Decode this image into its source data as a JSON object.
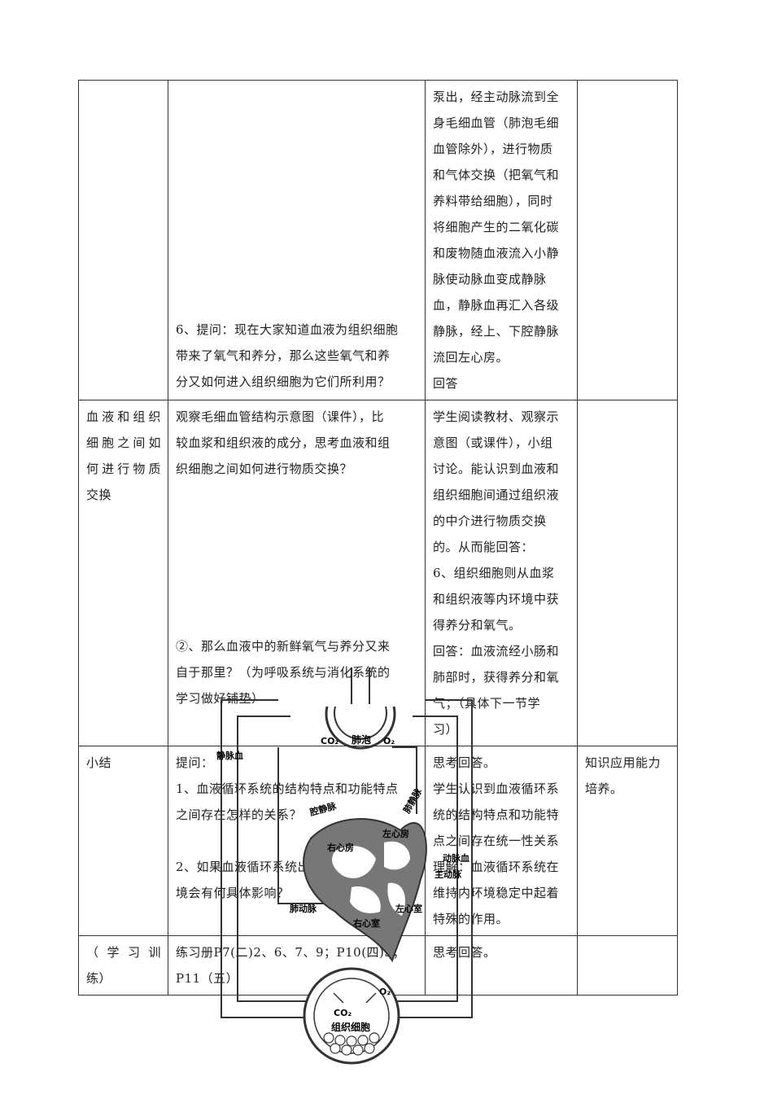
{
  "rows": [
    {
      "topic": "",
      "teacher": {
        "q6": [
          "6、提问：现在大家知道血液为组织细胞",
          "带来了氧气和养分，那么这些氧气和养",
          "分又如何进入组织细胞为它们所利用？"
        ]
      },
      "student": {
        "lines": [
          "泵出，经主动脉流到全",
          "身毛细血管（肺泡毛细",
          "血管除外），进行物质",
          "和气体交换（把氧气和",
          "养料带给细胞），同时",
          "将细胞产生的二氧化碳",
          "和废物随血液流入小静",
          "脉使动脉血变成静脉",
          "血，静脉血再汇入各级",
          "静脉，经上、下腔静脉",
          "流回左心房。",
          "回答"
        ]
      },
      "note": ""
    },
    {
      "topic": [
        "血液和组织",
        "细胞之间如",
        "何进行物质",
        "交换"
      ],
      "teacher": {
        "observe": [
          "观察毛细血管结构示意图（课件），比",
          "较血浆和组织液的成分，思考血液和组",
          "织细胞之间如何进行物质交换？"
        ],
        "q2": [
          "②、那么血液中的新鲜氧气与养分又来",
          "自于那里？（为呼吸系统与消化系统的",
          "学习做好铺垫）"
        ]
      },
      "student": {
        "lines": [
          "学生阅读教材、观察示",
          "意图（或课件），小组",
          "讨论。能认识到血液和",
          "组织细胞间通过组织液",
          "的中介进行物质交换",
          "的。从而能回答：",
          "6、组织细胞则从血浆",
          "和组织液等内环境中获",
          "得养分和氧气。",
          "回答：血液流经小肠和",
          "肺部时，获得养分和氧",
          "气；（具体下一节学",
          "习）"
        ]
      },
      "note": ""
    },
    {
      "topic": "小结",
      "teacher": {
        "intro": "提问：",
        "q1": [
          "1、血液循环系统的结构特点和功能特点",
          "之间存在怎样的关系？"
        ],
        "q2": [
          "2、如果血液循环系统出现问题对于内环",
          "境会有何具体影响？"
        ]
      },
      "student": {
        "lines": [
          "思考回答。",
          "学生认识到血液循环系",
          "统的结构特点和功能特",
          "点之间存在统一性关系",
          "理解：血液循环系统在",
          "维持内环境稳定中起着",
          "特殊的作用。"
        ]
      },
      "note": [
        "知识应用能力",
        "培养。"
      ]
    },
    {
      "topic": [
        "（学习训",
        "练）"
      ],
      "teacher": {
        "lines": [
          "练习册P7(二)2、6、7、9；P10(四)3；",
          "P11（五）"
        ]
      },
      "student": {
        "lines": [
          "思考回答。"
        ]
      },
      "note": ""
    }
  ],
  "diagram": {
    "labels": {
      "alveolus": "肺泡",
      "o2_top": "O₂",
      "co2_top": "CO₂",
      "vena_cava": "腔静脉",
      "pulmonary_vein": "肺静脉",
      "left_atrium": "左心房",
      "right_atrium": "右心房",
      "left_ventricle": "左心室",
      "right_ventricle": "右心室",
      "pulmonary_artery": "肺动脉",
      "aorta": "主动脉",
      "vein": "静脉血",
      "artery": "动脉血",
      "tissue_cell": "组织细胞",
      "o2_bottom": "O₂",
      "co2_bottom": "CO₂"
    }
  }
}
